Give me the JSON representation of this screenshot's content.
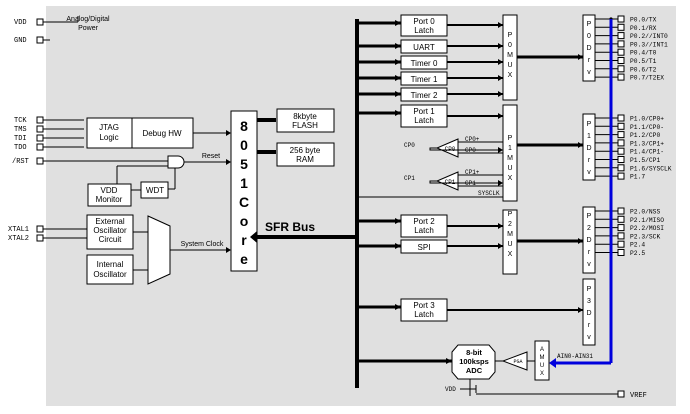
{
  "power": {
    "label": "Analog/Digital Power",
    "label_line1": "Analog/Digital",
    "label_line2": "Power"
  },
  "left_pins": {
    "vdd": "VDD",
    "gnd": "GND",
    "tck": "TCK",
    "tms": "TMS",
    "tdi": "TDI",
    "tdo": "TDO",
    "rst": "/RST",
    "xtal1": "XTAL1",
    "xtal2": "XTAL2"
  },
  "blocks": {
    "jtag_l1": "JTAG",
    "jtag_l2": "Logic",
    "debug": "Debug HW",
    "core_letters": [
      "8",
      "0",
      "5",
      "1",
      "C",
      "o",
      "r",
      "e"
    ],
    "flash_l1": "8kbyte",
    "flash_l2": "FLASH",
    "ram_l1": "256 byte",
    "ram_l2": "RAM",
    "vddmon_l1": "VDD",
    "vddmon_l2": "Monitor",
    "wdt": "WDT",
    "extosc_l1": "External",
    "extosc_l2": "Oscillator",
    "extosc_l3": "Circuit",
    "intosc_l1": "Internal",
    "intosc_l2": "Oscillator",
    "reset": "Reset",
    "sysclk": "System Clock",
    "sfr_bus": "SFR Bus"
  },
  "periph": {
    "port0_l1": "Port 0",
    "port0_l2": "Latch",
    "uart": "UART",
    "timer0": "Timer 0",
    "timer1": "Timer 1",
    "timer2": "Timer 2",
    "port1_l1": "Port 1",
    "port1_l2": "Latch",
    "cp0": "CP0",
    "cp1": "CP1",
    "cp0p": "CP0+",
    "cp0m": "CP0-",
    "cp1p": "CP1+",
    "cp1m": "CP1-",
    "sysclk_sig": "SYSCLK",
    "port2_l1": "Port 2",
    "port2_l2": "Latch",
    "spi": "SPI",
    "port3_l1": "Port 3",
    "port3_l2": "Latch",
    "adc_l1": "8-bit",
    "adc_l2": "100ksps",
    "adc_l3": "ADC",
    "pga": "PGA",
    "amux": "AMUX",
    "ain": "AIN0-AIN31",
    "adc_vdd": "VDD",
    "vref": "VREF"
  },
  "mux_labels": {
    "p0": [
      "P",
      "0",
      "M",
      "U",
      "X"
    ],
    "p1": [
      "P",
      "1",
      "M",
      "U",
      "X"
    ],
    "p2": [
      "P",
      "2",
      "M",
      "U",
      "X"
    ]
  },
  "drv_labels": {
    "p0": [
      "P",
      "0",
      "D",
      "r",
      "v"
    ],
    "p1": [
      "P",
      "1",
      "D",
      "r",
      "v"
    ],
    "p2": [
      "P",
      "2",
      "D",
      "r",
      "v"
    ],
    "p3": [
      "P",
      "3",
      "D",
      "r",
      "v"
    ]
  },
  "port_pins": {
    "p0": [
      "P0.0/TX",
      "P0.1/RX",
      "P0.2//INT0",
      "P0.3//INT1",
      "P0.4/T0",
      "P0.5/T1",
      "P0.6/T2",
      "P0.7/T2EX"
    ],
    "p1": [
      "P1.0/CP0+",
      "P1.1/CP0-",
      "P1.2/CP0",
      "P1.3/CP1+",
      "P1.4/CP1-",
      "P1.5/CP1",
      "P1.6/SYSCLK",
      "P1.7"
    ],
    "p2": [
      "P2.0/NSS",
      "P2.1/MISO",
      "P2.2/MOSI",
      "P2.3/SCK",
      "P2.4",
      "P2.5"
    ]
  },
  "colors": {
    "background": "#e0e0e0",
    "analog_bus": "#0000dd",
    "line": "#000000"
  }
}
